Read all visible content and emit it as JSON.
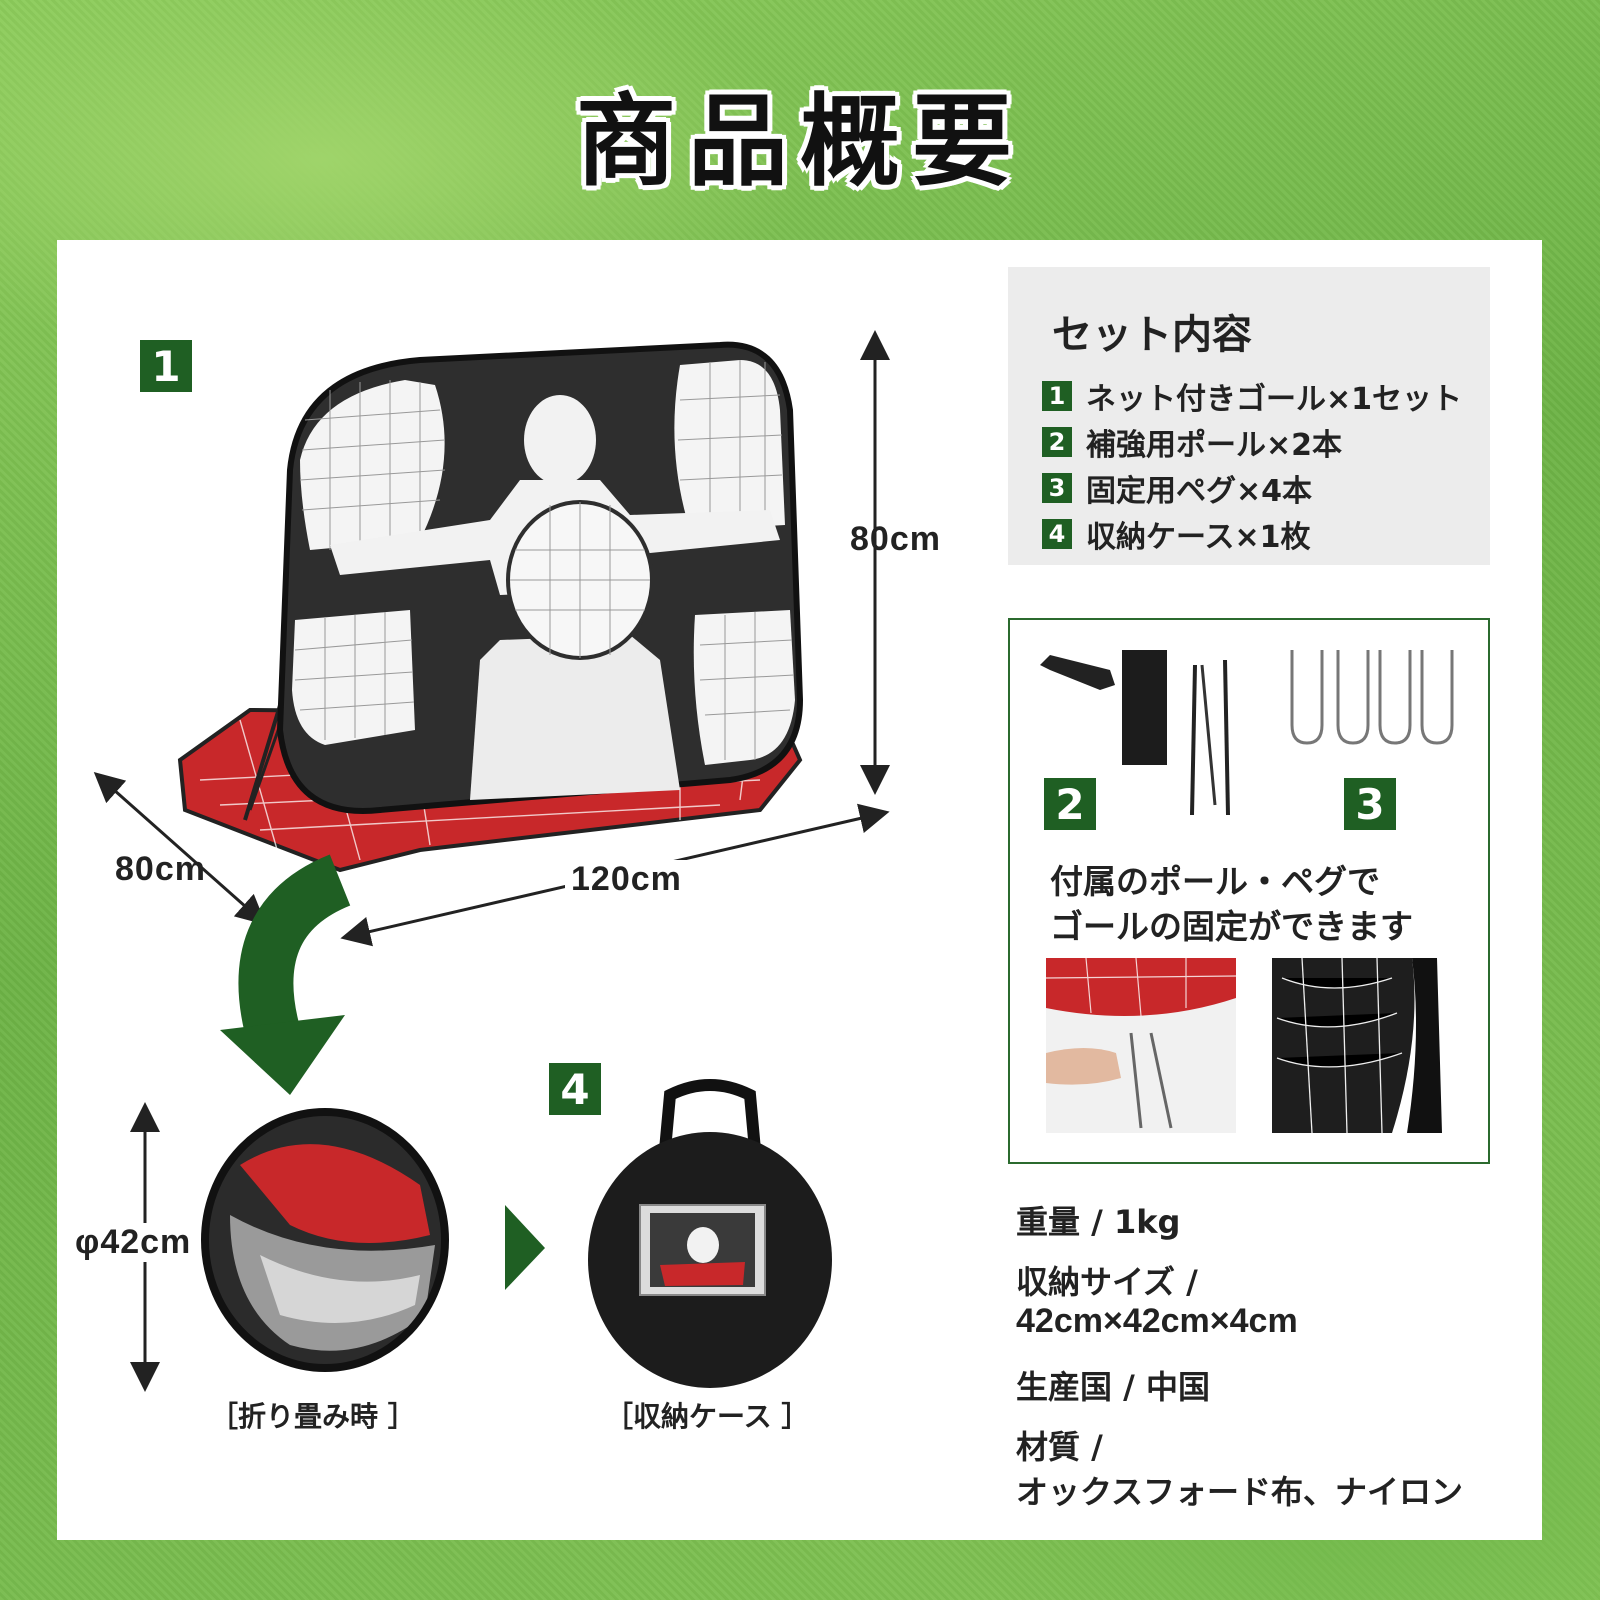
{
  "title": "商品概要",
  "labels": {
    "num1": "1",
    "num2": "2",
    "num3": "3",
    "num4": "4"
  },
  "dimensions": {
    "height": "80cm",
    "depth": "80cm",
    "width": "120cm",
    "diameter": "φ42cm"
  },
  "set_contents": {
    "title": "セット内容",
    "items": [
      {
        "num": "1",
        "text": "ネット付きゴール×1セット"
      },
      {
        "num": "2",
        "text": "補強用ポール×2本"
      },
      {
        "num": "3",
        "text": "固定用ペグ×4本"
      },
      {
        "num": "4",
        "text": "収納ケース×1枚"
      }
    ]
  },
  "accessories": {
    "line1": "付属のポール・ペグで",
    "line2": "ゴールの固定ができます"
  },
  "captions": {
    "folded": "［折り畳み時 ］",
    "case": "［収納ケース ］"
  },
  "specs": {
    "weight": "重量 / 1kg",
    "storage_label": "収納サイズ /",
    "storage_value": "42cm×42cm×4cm",
    "origin": "生産国 / 中国",
    "material_label": "材質 /",
    "material_value": "オックスフォード布、ナイロン"
  },
  "colors": {
    "accent_green": "#1f5f23",
    "net_red": "#c8282a",
    "goal_black": "#2e2e2e"
  }
}
